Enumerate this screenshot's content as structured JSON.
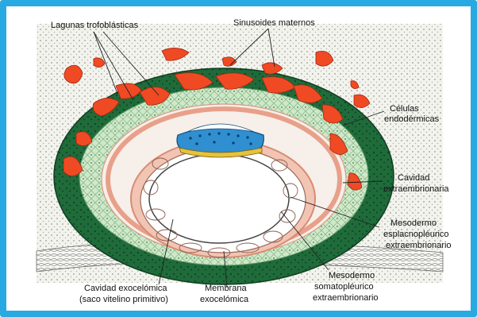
{
  "labels": {
    "lagunas": "Lagunas trofoblásticas",
    "sinusoides": "Sinusoides maternos",
    "celulas_1": "Células",
    "celulas_2": "endodérmicas",
    "cavidad_extra_1": "Cavidad",
    "cavidad_extra_2": "extraembrionaria",
    "mesodermo_espl_1": "Mesodermo",
    "mesodermo_espl_2": "esplacnopléurico",
    "mesodermo_espl_3": "extraembrionario",
    "mesodermo_soma_1": "Mesodermo",
    "mesodermo_soma_2": "somatopléurico",
    "mesodermo_soma_3": "extraembrionario",
    "membrana_1": "Membrana",
    "membrana_2": "exocelómica",
    "cavidad_exo_1": "Cavidad exocelómica",
    "cavidad_exo_2": "(saco vitelino primitivo)"
  },
  "colors": {
    "frame_border": "#29a9e1",
    "trophoblast": "#1f6b3a",
    "cytotrophoblast": "#cfe8c8",
    "lacunae": "#ef4a24",
    "mesoderm": "#e8a08a",
    "cavity": "#ffffff",
    "epiblast": "#2f8fd0",
    "hypoblast": "#e7c23a"
  },
  "icons": {
    "embryo": "implanting-blastocyst-illustration"
  }
}
